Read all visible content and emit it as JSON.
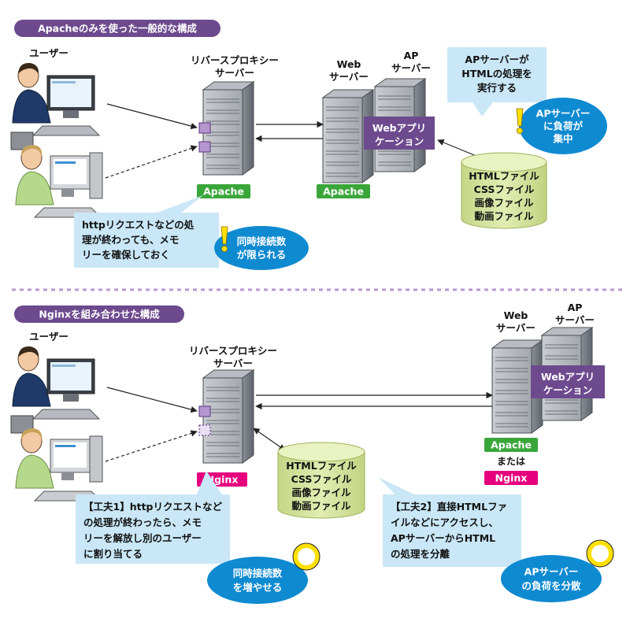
{
  "section1": {
    "title": "Apacheのみを使った一般的な構成",
    "user_label": "ユーザー",
    "rproxy_label": [
      "リバースプロキシー",
      "サーバー"
    ],
    "web_label": [
      "Web",
      "サーバー"
    ],
    "ap_label": [
      "AP",
      "サーバー"
    ],
    "webapp_label": [
      "Webアプリ",
      "ケーション"
    ],
    "rproxy_badge": "Apache",
    "web_badge": "Apache",
    "files": [
      "HTMLファイル",
      "CSSファイル",
      "画像ファイル",
      "動画ファイル"
    ],
    "callout_ap": [
      "APサーバーが",
      "HTMLの処理を",
      "実行する"
    ],
    "warn_ap": [
      "APサーバー",
      "に負荷が",
      "集中"
    ],
    "callout_http": [
      "httpリクエストなどの処",
      "理が終わっても、メモ",
      "リーを確保しておく"
    ],
    "warn_conn": [
      "同時接続数",
      "が限られる"
    ]
  },
  "section2": {
    "title": "Nginxを組み合わせた構成",
    "user_label": "ユーザー",
    "rproxy_label": [
      "リバースプロキシー",
      "サーバー"
    ],
    "web_label": [
      "Web",
      "サーバー"
    ],
    "ap_label": [
      "AP",
      "サーバー"
    ],
    "webapp_label": [
      "Webアプリ",
      "ケーション"
    ],
    "rproxy_badge": "Nginx",
    "web_badge_apache": "Apache",
    "or_label": "または",
    "web_badge_nginx": "Nginx",
    "files": [
      "HTMLファイル",
      "CSSファイル",
      "画像ファイル",
      "動画ファイル"
    ],
    "tip1": [
      "【工夫1】httpリクエストなど",
      "の処理が終わったら、メモ",
      "リーを解放し別のユーザー",
      "に割り当てる"
    ],
    "good1": [
      "同時接続数",
      "を増やせる"
    ],
    "tip2": [
      "【工夫2】直接HTMLファ",
      "イルなどにアクセスし、",
      "APサーバーからHTML",
      "の処理を分離"
    ],
    "good2": [
      "APサーバー",
      "の負荷を分散"
    ]
  },
  "colors": {
    "purple": "#6d4a8e",
    "apache_green": "#3aa63a",
    "nginx_pink": "#e6007e",
    "callout_blue": "#c9e7f6",
    "bubble_blue": "#0e8ad1",
    "cylinder_green": "#d4e39b",
    "yellow": "#ffe000"
  }
}
